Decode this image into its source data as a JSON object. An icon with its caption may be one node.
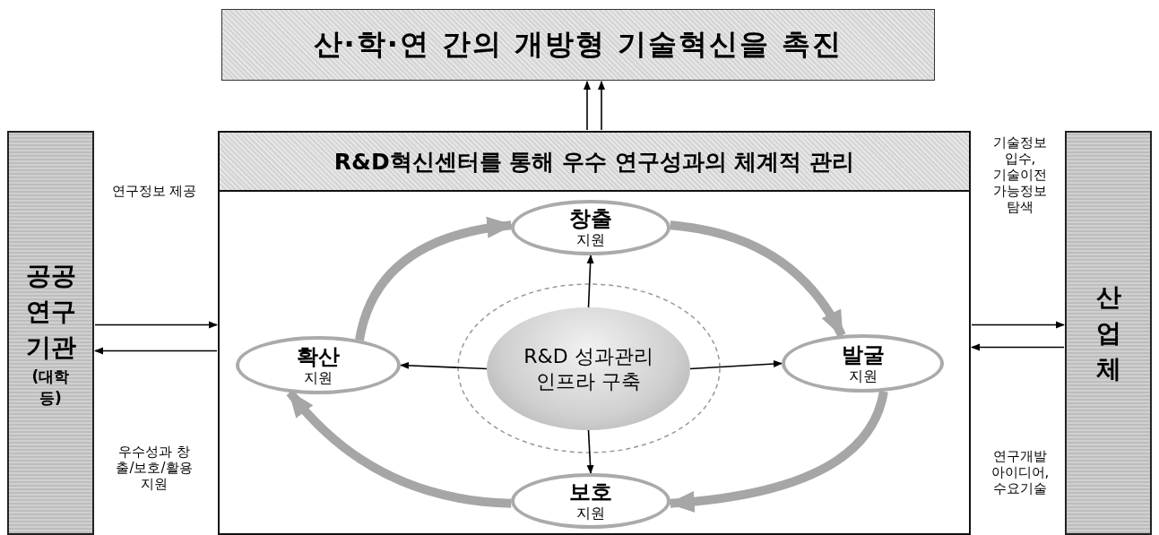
{
  "diagram": {
    "nodes": [
      {
        "text": [
          "산·학·연 간의 개방형 기술혁신을 촉진"
        ]
      },
      {
        "text": [
          "공공연구기관",
          "(대학 등)"
        ]
      },
      {
        "text": [
          "R&D혁신센터를 통해 우수 연구성과의 체계적 관리"
        ]
      },
      {
        "text": [
          "창출",
          "지원"
        ],
        "in": 2
      },
      {
        "text": [
          "확산",
          "지원"
        ],
        "in": 2
      },
      {
        "text": [
          "R&D 성과관리 인프라 구축"
        ],
        "in": 2
      },
      {
        "text": [
          "발굴",
          "지원"
        ],
        "in": 2
      },
      {
        "text": [
          "보호",
          "지원"
        ],
        "in": 2
      },
      {
        "text": [
          "산업체"
        ]
      }
    ],
    "edges": [
      {
        "from": 2,
        "to": 0,
        "arrow": "to"
      },
      {
        "from": 2,
        "to": 0,
        "arrow": "to"
      },
      {
        "from": 1,
        "to": 2,
        "arrow": "to"
      },
      {
        "from": 2,
        "to": 1,
        "arrow": "to"
      },
      {
        "from": 2,
        "to": 8,
        "arrow": "to"
      },
      {
        "from": 8,
        "to": 2,
        "arrow": "to"
      },
      {
        "from": 5,
        "to": 3,
        "arrow": "to"
      },
      {
        "from": 5,
        "to": 4,
        "arrow": "to"
      },
      {
        "from": 5,
        "to": 6,
        "arrow": "to"
      },
      {
        "from": 5,
        "to": 7,
        "arrow": "to"
      },
      {
        "from": 4,
        "to": 3,
        "arrow": "to",
        "style": "thick",
        "color": "#a6a6a6"
      },
      {
        "from": 3,
        "to": 6,
        "arrow": "to",
        "style": "thick",
        "color": "#a6a6a6"
      },
      {
        "from": 6,
        "to": 7,
        "arrow": "to",
        "style": "thick",
        "color": "#a6a6a6"
      },
      {
        "from": 7,
        "to": 4,
        "arrow": "to",
        "style": "thick",
        "color": "#a6a6a6"
      }
    ],
    "labels": [
      "연구정보 제공",
      "우수성과 창출/보호/활용지원",
      "기술정보 입수, 기술이전 가능정보 탐색",
      "연구개발 아이디어, 수요기술"
    ]
  }
}
